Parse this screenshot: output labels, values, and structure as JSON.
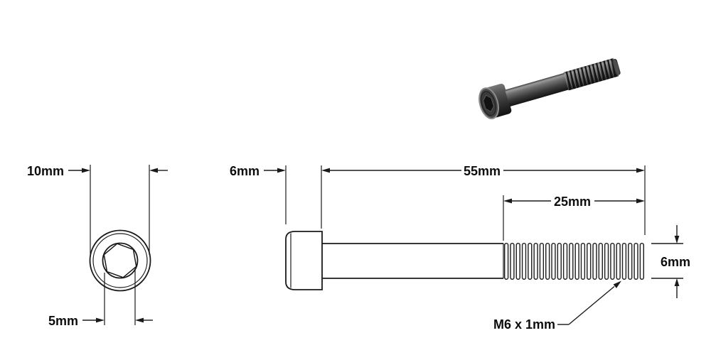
{
  "drawing": {
    "labels": {
      "head_diameter": "10mm",
      "socket_size": "5mm",
      "head_height": "6mm",
      "total_length": "55mm",
      "thread_length": "25mm",
      "shaft_diameter": "6mm",
      "thread_spec": "M6 x 1mm"
    },
    "colors": {
      "background": "#ffffff",
      "line": "#1a1a1a",
      "text": "#0d0d0d",
      "bolt_light": "#9a9a9a",
      "bolt_mid": "#454545",
      "bolt_dark": "#141414"
    }
  }
}
